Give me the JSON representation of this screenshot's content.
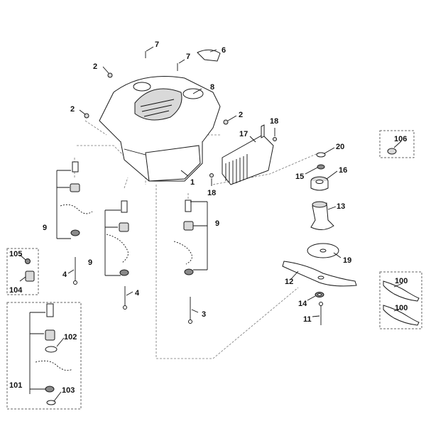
{
  "labels": {
    "l1": "1",
    "l2a": "2",
    "l2b": "2",
    "l2c": "2",
    "l3": "3",
    "l4a": "4",
    "l4b": "4",
    "l6": "6",
    "l7a": "7",
    "l7b": "7",
    "l8": "8",
    "l9a": "9",
    "l9b": "9",
    "l9c": "9",
    "l11": "11",
    "l12": "12",
    "l13": "13",
    "l14": "14",
    "l15": "15",
    "l16": "16",
    "l17": "17",
    "l18a": "18",
    "l18b": "18",
    "l19": "19",
    "l20": "20",
    "l100a": "100",
    "l100b": "100",
    "l101": "101",
    "l102": "102",
    "l103": "103",
    "l104": "104",
    "l105": "105",
    "l106": "106"
  },
  "colors": {
    "ink": "#111111",
    "fill": "#d9d9d9",
    "background": "#ffffff"
  }
}
